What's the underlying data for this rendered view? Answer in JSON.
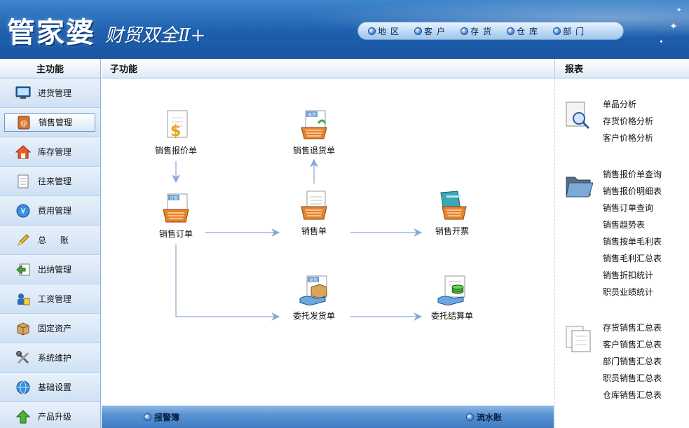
{
  "header": {
    "logo_main": "管家婆",
    "logo_sub": "财贸双全Ⅱ+",
    "nav": [
      {
        "label": "地区"
      },
      {
        "label": "客户"
      },
      {
        "label": "存货"
      },
      {
        "label": "仓库"
      },
      {
        "label": "部门"
      }
    ]
  },
  "sidebar": {
    "title": "主功能",
    "items": [
      {
        "label": "进货管理",
        "icon": "monitor-icon"
      },
      {
        "label": "销售管理",
        "icon": "contacts-book-icon",
        "active": true
      },
      {
        "label": "库存管理",
        "icon": "house-icon"
      },
      {
        "label": "往来管理",
        "icon": "notebook-icon"
      },
      {
        "label": "费用管理",
        "icon": "yuan-coin-icon"
      },
      {
        "label": "总 账",
        "icon": "pencil-icon"
      },
      {
        "label": "出纳管理",
        "icon": "cash-out-icon"
      },
      {
        "label": "工资管理",
        "icon": "payroll-icon"
      },
      {
        "label": "固定资产",
        "icon": "box-icon"
      },
      {
        "label": "系统维护",
        "icon": "tools-icon"
      },
      {
        "label": "基础设置",
        "icon": "globe-icon"
      },
      {
        "label": "产品升级",
        "icon": "up-arrow-icon"
      }
    ]
  },
  "sub": {
    "title": "子功能",
    "nodes": {
      "quote": {
        "label": "销售报价单"
      },
      "return": {
        "label": "销售退货单",
        "badge": "退货"
      },
      "order": {
        "label": "销售订单",
        "badge": "订单"
      },
      "sale": {
        "label": "销售单"
      },
      "invoice": {
        "label": "销售开票"
      },
      "consign": {
        "label": "委托发货单",
        "badge": "发货"
      },
      "settle": {
        "label": "委托结算单"
      }
    }
  },
  "reports": {
    "title": "报表",
    "groups": [
      {
        "icon": "magnifier-icon",
        "links": [
          "单品分析",
          "存货价格分析",
          "客户价格分析"
        ]
      },
      {
        "icon": "folder-icon",
        "links": [
          "销售报价单查询",
          "销售报价明细表",
          "销售订单查询",
          "销售趋势表",
          "销售按单毛利表",
          "销售毛利汇总表",
          "销售折扣统计",
          "职员业绩统计"
        ]
      },
      {
        "icon": "documents-icon",
        "links": [
          "存货销售汇总表",
          "客户销售汇总表",
          "部门销售汇总表",
          "职员销售汇总表",
          "仓库销售汇总表"
        ]
      }
    ]
  },
  "footer": {
    "alarm": "报警簿",
    "ledger": "流水账"
  }
}
